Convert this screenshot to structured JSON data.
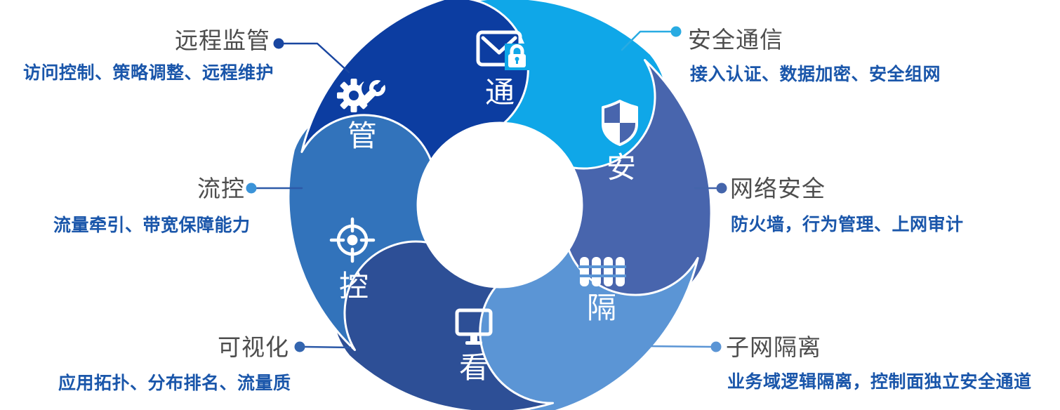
{
  "diagram": {
    "segments": [
      {
        "char": "通",
        "icon": "mail-lock-icon",
        "color": "#0fa7e8"
      },
      {
        "char": "安",
        "icon": "shield-icon",
        "color": "#4865ad"
      },
      {
        "char": "隔",
        "icon": "fence-icon",
        "color": "#5b95d5"
      },
      {
        "char": "看",
        "icon": "monitor-icon",
        "color": "#2d4f96"
      },
      {
        "char": "控",
        "icon": "target-icon",
        "color": "#3273bb"
      },
      {
        "char": "管",
        "icon": "gear-wrench-icon",
        "color": "#0c3da1"
      }
    ],
    "callouts": [
      {
        "title": "远程监管",
        "subtitle": "访问控制、策略调整、远程维护",
        "dot_color": "#1946a0",
        "line_color": "#1946a0"
      },
      {
        "title": "安全通信",
        "subtitle": "接入认证、数据加密、安全组网",
        "dot_color": "#29abe2",
        "line_color": "#29abe2"
      },
      {
        "title": "网络安全",
        "subtitle": "防火墙，行为管理、上网审计",
        "dot_color": "#4465ab",
        "line_color": "#4465ab"
      },
      {
        "title": "子网隔离",
        "subtitle": "业务域逻辑隔离，控制面独立安全通道",
        "dot_color": "#5b95d5",
        "line_color": "#5b95d5"
      },
      {
        "title": "可视化",
        "subtitle": "应用拓扑、分布排名、流量质",
        "dot_color": "#3365af",
        "line_color": "#2d5aa8"
      },
      {
        "title": "流控",
        "subtitle": "流量牵引、带宽保障能力",
        "dot_color": "#3b93d8",
        "line_color": "#2d5aa8"
      }
    ],
    "colors": {
      "title_text": "#4d4d4d",
      "subtitle_text": "#1a56aa",
      "icon": "#ffffff"
    }
  }
}
